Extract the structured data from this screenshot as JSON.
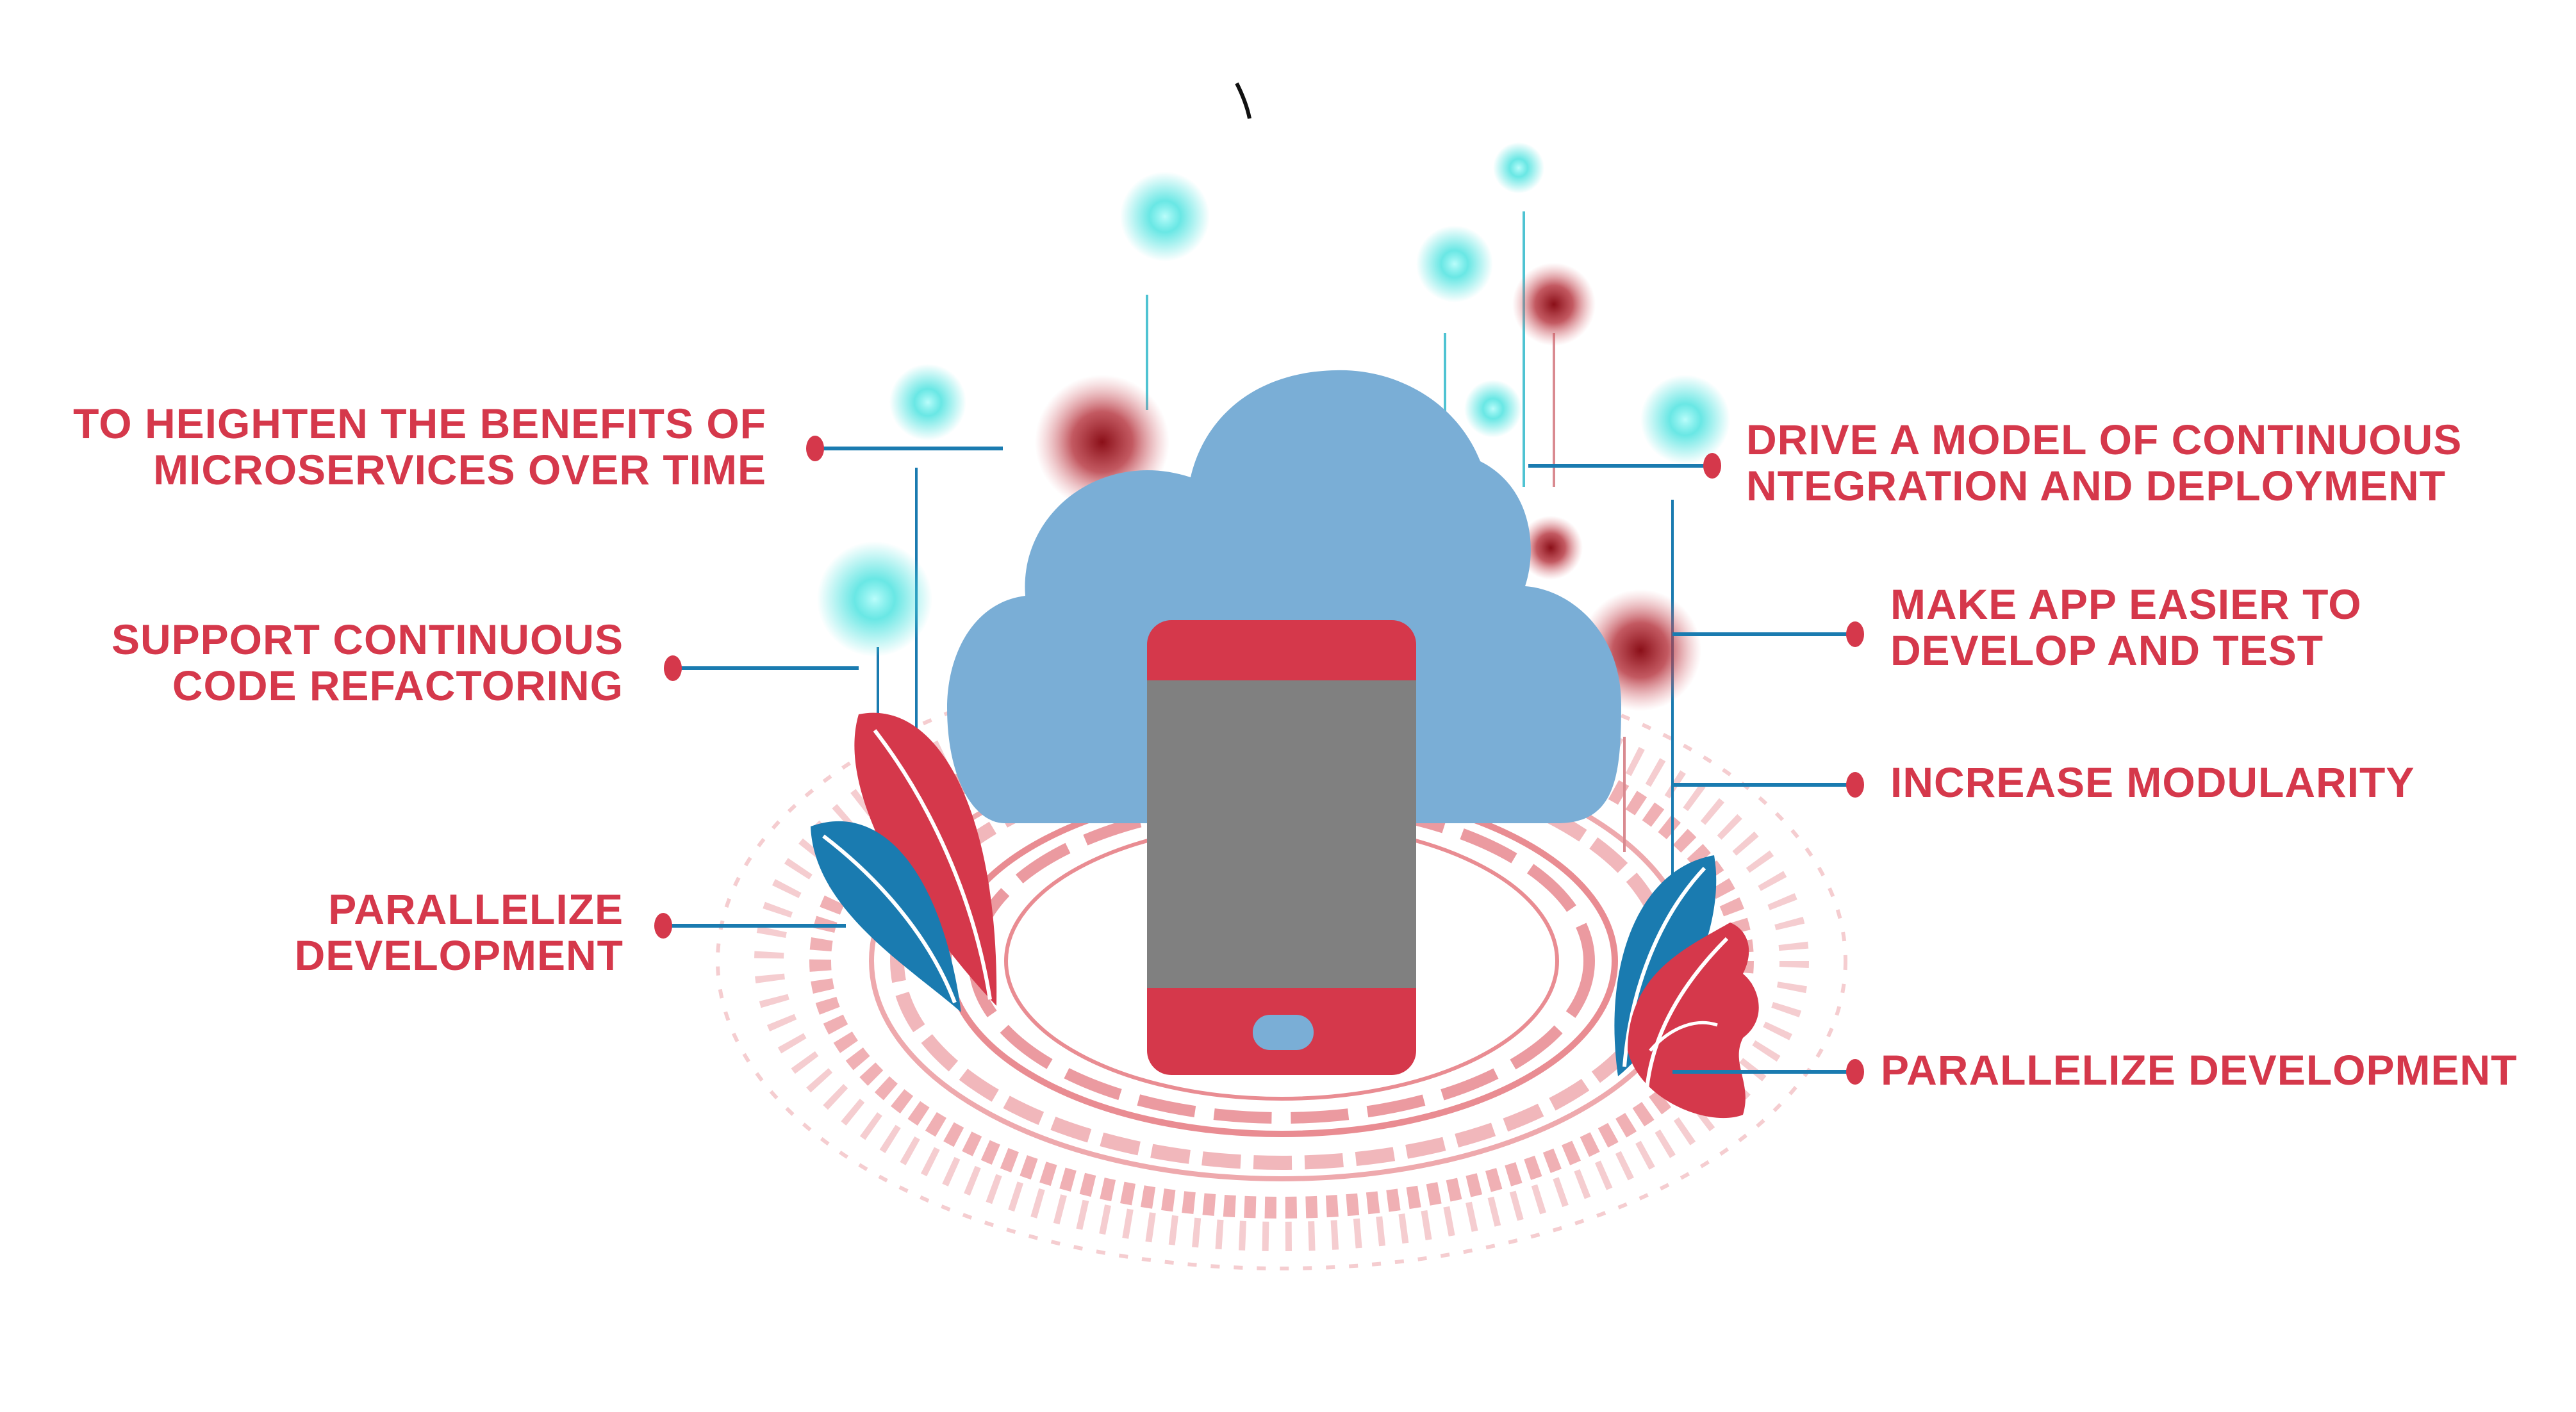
{
  "colors": {
    "label_text": "#d5384b",
    "connector_line": "#1a7bb0",
    "dot": "#d5384b",
    "cloud": "#7aaed6",
    "phone_body": "#d5384b",
    "phone_screen": "#808080",
    "phone_button": "#7aaed6",
    "leaf_red": "#d5384b",
    "leaf_blue": "#1a7bb0",
    "ring": "#e36f77",
    "glow_cyan": "#4fe3e0",
    "glow_red": "#9e1a22"
  },
  "icons": {
    "cloud": "cloud-icon",
    "phone": "smartphone-icon",
    "leaf": "leaf-icon"
  },
  "labels": {
    "top_left": {
      "lines": [
        "TO HEIGHTEN THE BENEFITS OF",
        "MICROSERVICES OVER TIME"
      ]
    },
    "mid_left": {
      "lines": [
        "SUPPORT CONTINUOUS",
        "CODE REFACTORING"
      ]
    },
    "bottom_left": {
      "lines": [
        "PARALLELIZE",
        "DEVELOPMENT"
      ]
    },
    "top_right": {
      "lines": [
        "DRIVE A MODEL OF CONTINUOUS",
        "NTEGRATION AND DEPLOYMENT"
      ]
    },
    "mid_right": {
      "lines": [
        "MAKE APP EASIER TO",
        "DEVELOP AND TEST"
      ]
    },
    "modularity": {
      "lines": [
        "INCREASE MODULARITY"
      ]
    },
    "bottom_right": {
      "lines": [
        "PARALLELIZE DEVELOPMENT"
      ]
    }
  }
}
